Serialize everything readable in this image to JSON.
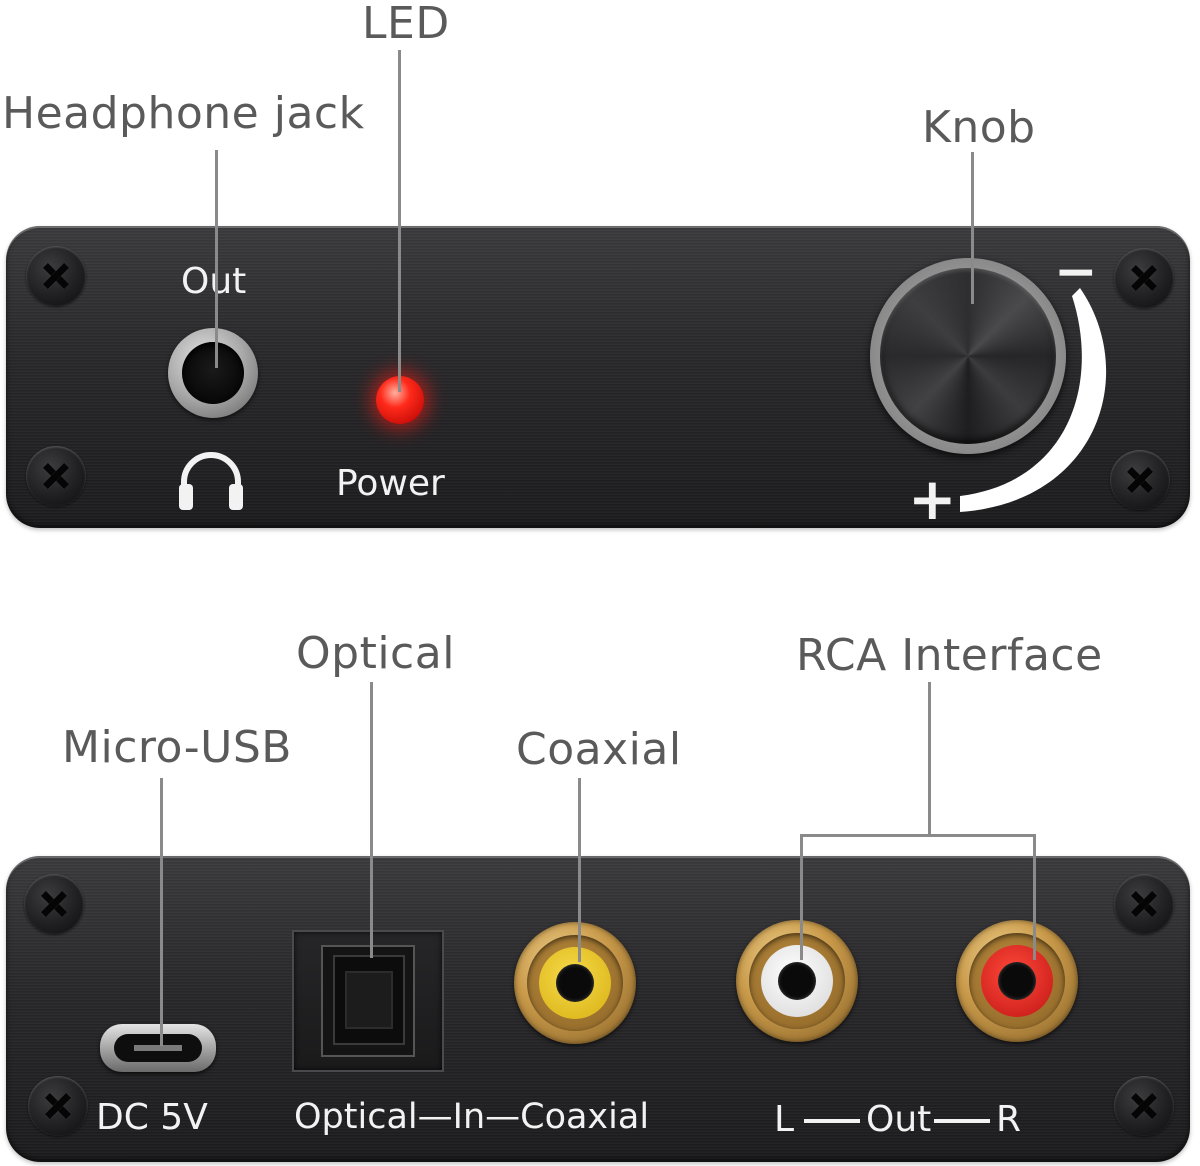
{
  "callouts": {
    "led": "LED",
    "headphone_jack": "Headphone jack",
    "knob": "Knob",
    "optical": "Optical",
    "rca_interface": "RCA Interface",
    "micro_usb": "Micro-USB",
    "coaxial": "Coaxial"
  },
  "front_panel": {
    "out_label": "Out",
    "power_label": "Power",
    "volume_minus": "−",
    "volume_plus": "+",
    "led_color": "#ff2a1a"
  },
  "rear_panel": {
    "dc_label": "DC 5V",
    "optical_in_coaxial": "Optical—In—Coaxial",
    "out_l": "L",
    "out_label": "Out",
    "out_r": "R"
  },
  "colors": {
    "callout_text": "#5a5a5a",
    "panel": "#27272a",
    "gold": "#c99a4a",
    "rca_yellow": "#e9c21a",
    "rca_white": "#f0f0f0",
    "rca_red": "#d81e1e"
  }
}
